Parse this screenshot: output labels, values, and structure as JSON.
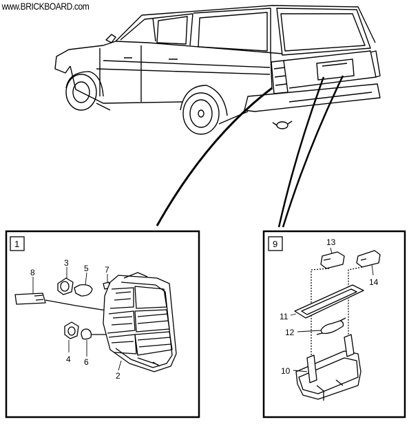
{
  "watermark": "www.BRICKBOARD.com",
  "panels": {
    "left": {
      "number": "1",
      "callouts": [
        "8",
        "3",
        "5",
        "7",
        "4",
        "6",
        "2"
      ]
    },
    "right": {
      "number": "9",
      "callouts": [
        "13",
        "14",
        "11",
        "12",
        "10"
      ]
    }
  }
}
